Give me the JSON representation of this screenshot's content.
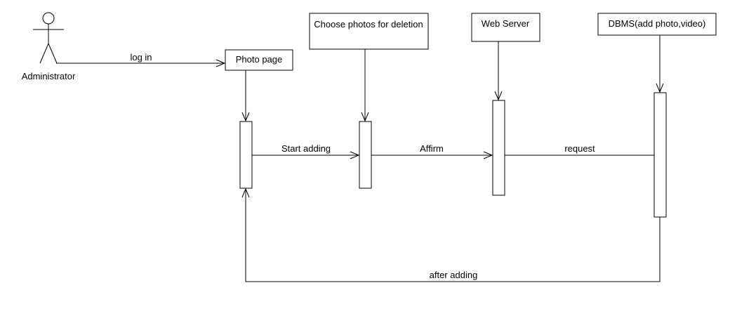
{
  "actor": {
    "label": "Administrator"
  },
  "participants": {
    "photo_page": "Photo page",
    "choose_photos": "Choose photos for deletion",
    "web_server": "Web Server",
    "dbms": "DBMS(add photo,video)"
  },
  "messages": {
    "log_in": "log in",
    "start_adding": "Start adding",
    "affirm": "Affirm",
    "request": "request",
    "after_adding": "after adding"
  }
}
